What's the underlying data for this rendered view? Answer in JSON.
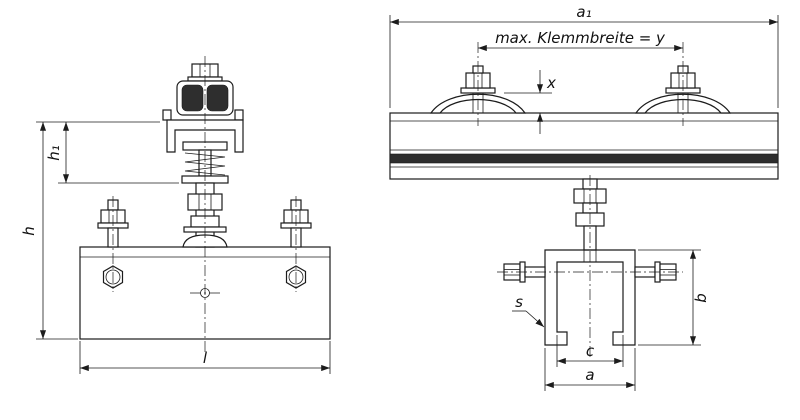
{
  "drawing": {
    "labels": {
      "a1": "a₁",
      "klemmbreite": "max. Klemmbreite = y",
      "x": "x",
      "h": "h",
      "h1": "h₁",
      "l": "l",
      "s": "s",
      "c": "c",
      "a": "a",
      "b": "b"
    },
    "colors": {
      "line": "#1c1c1c",
      "dark_fill": "#2e2e2e",
      "background": "#ffffff"
    }
  }
}
